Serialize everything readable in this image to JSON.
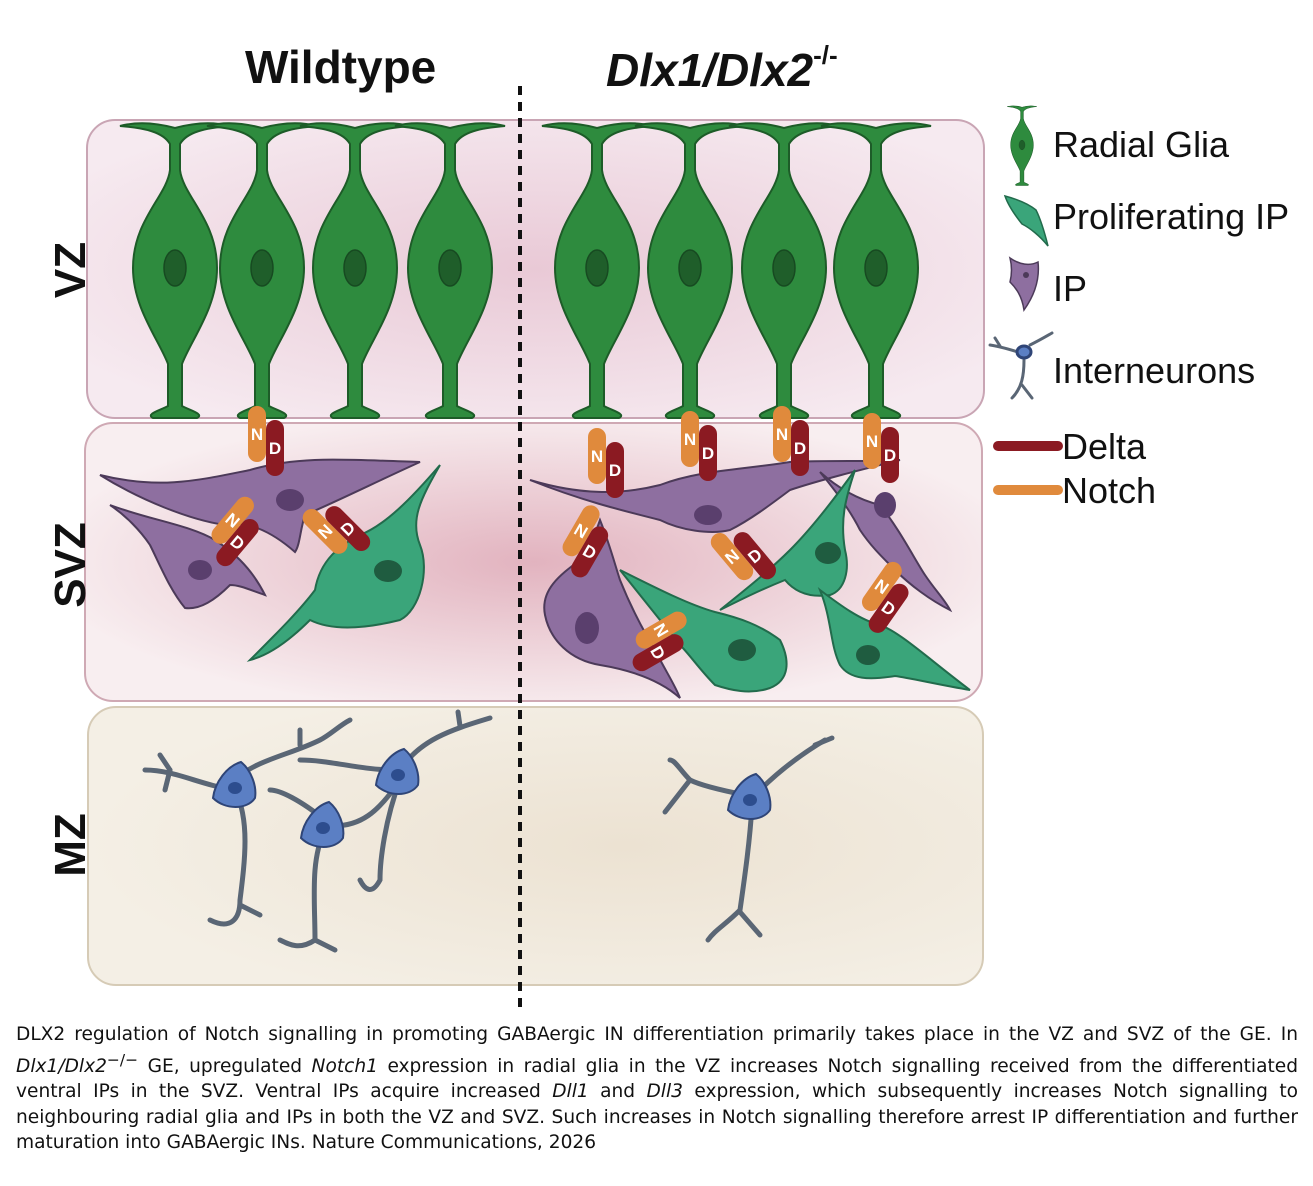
{
  "titles": {
    "wildtype": "Wildtype",
    "mutant_main": "Dlx1/Dlx2",
    "mutant_sup": "-/-"
  },
  "zones": {
    "vz": "VZ",
    "svz": "SVZ",
    "mz": "MZ"
  },
  "legend": {
    "radial_glia": "Radial Glia",
    "proliferating_ip": "Proliferating IP",
    "ip": "IP",
    "interneurons": "Interneurons",
    "delta": "Delta",
    "notch": "Notch"
  },
  "pill_letters": {
    "notch": "N",
    "delta": "D"
  },
  "colors": {
    "radial_glia": "#2e8b3e",
    "radial_glia_nucleus": "#1f5e2a",
    "proliferating_ip": "#3aa57a",
    "ip": "#8e6fa0",
    "interneuron": "#5b7fc4",
    "neurite": "#5a6675",
    "delta": "#8b1a22",
    "notch": "#e08a3c",
    "vz_bg": "#f4e6ec",
    "svz_bg": "#f6e9ec",
    "mz_bg": "#f2ece0"
  },
  "caption": {
    "s1": "DLX2 regulation of Notch signalling in promoting GABAergic IN differentiation primarily takes place in the VZ and SVZ of the GE. In ",
    "i1": "Dlx1/Dlx2",
    "sup1": "−/−",
    "s2": " GE, upregulated ",
    "i2": "Notch1",
    "s3": " expression in radial glia in the VZ increases Notch signalling received from the differentiated ventral IPs in the SVZ. Ventral IPs acquire increased ",
    "i3": "Dll1",
    "s4": " and ",
    "i4": "Dll3",
    "s5": " expression, which subsequently increases Notch signalling to neighbouring radial glia and IPs in both the VZ and SVZ. Such increases in Notch signalling therefore arrest IP differentiation and further maturation into GABAergic INs. Nature Communications, 2026"
  }
}
